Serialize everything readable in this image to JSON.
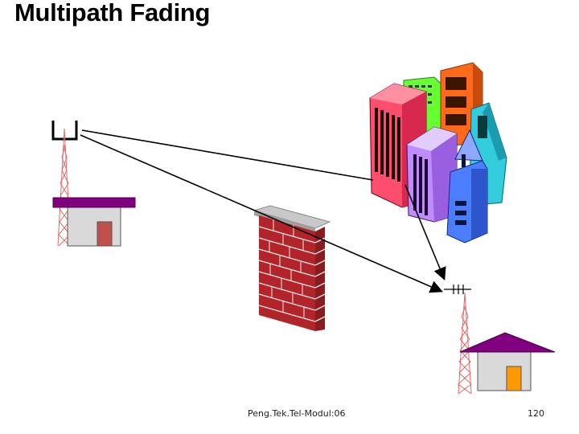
{
  "slide": {
    "title": "Multipath Fading",
    "footer_left": "Peng.Tek.Tel-Modul:06",
    "page_number": "120"
  },
  "colors": {
    "tower": "#e26a6a",
    "roof_left": "#800080",
    "roof_right": "#800080",
    "house": "#d9d9d9",
    "door_left": "#c0504d",
    "door_right": "#ff9900",
    "brick": "#c0282d",
    "signal_line": "#000000"
  }
}
